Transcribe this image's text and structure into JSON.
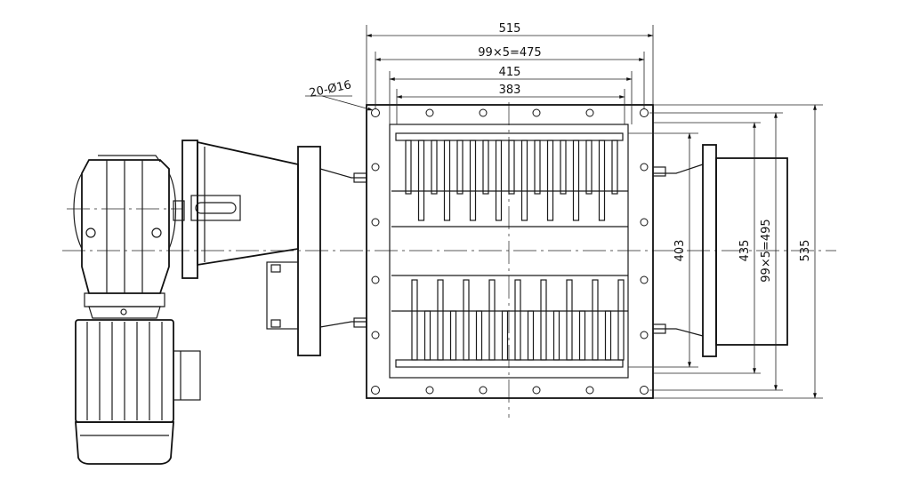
{
  "dimensions": {
    "outer_width": "515",
    "bolt_pitch_width": "99×5=475",
    "inner_width": "415",
    "opening_width": "383",
    "holes_note": "20-Ø16",
    "opening_height": "403",
    "inner_height": "435",
    "bolt_pitch_height": "99×5=495",
    "outer_height": "535"
  },
  "colors": {
    "line": "#1a1a1a",
    "background": "#ffffff"
  }
}
